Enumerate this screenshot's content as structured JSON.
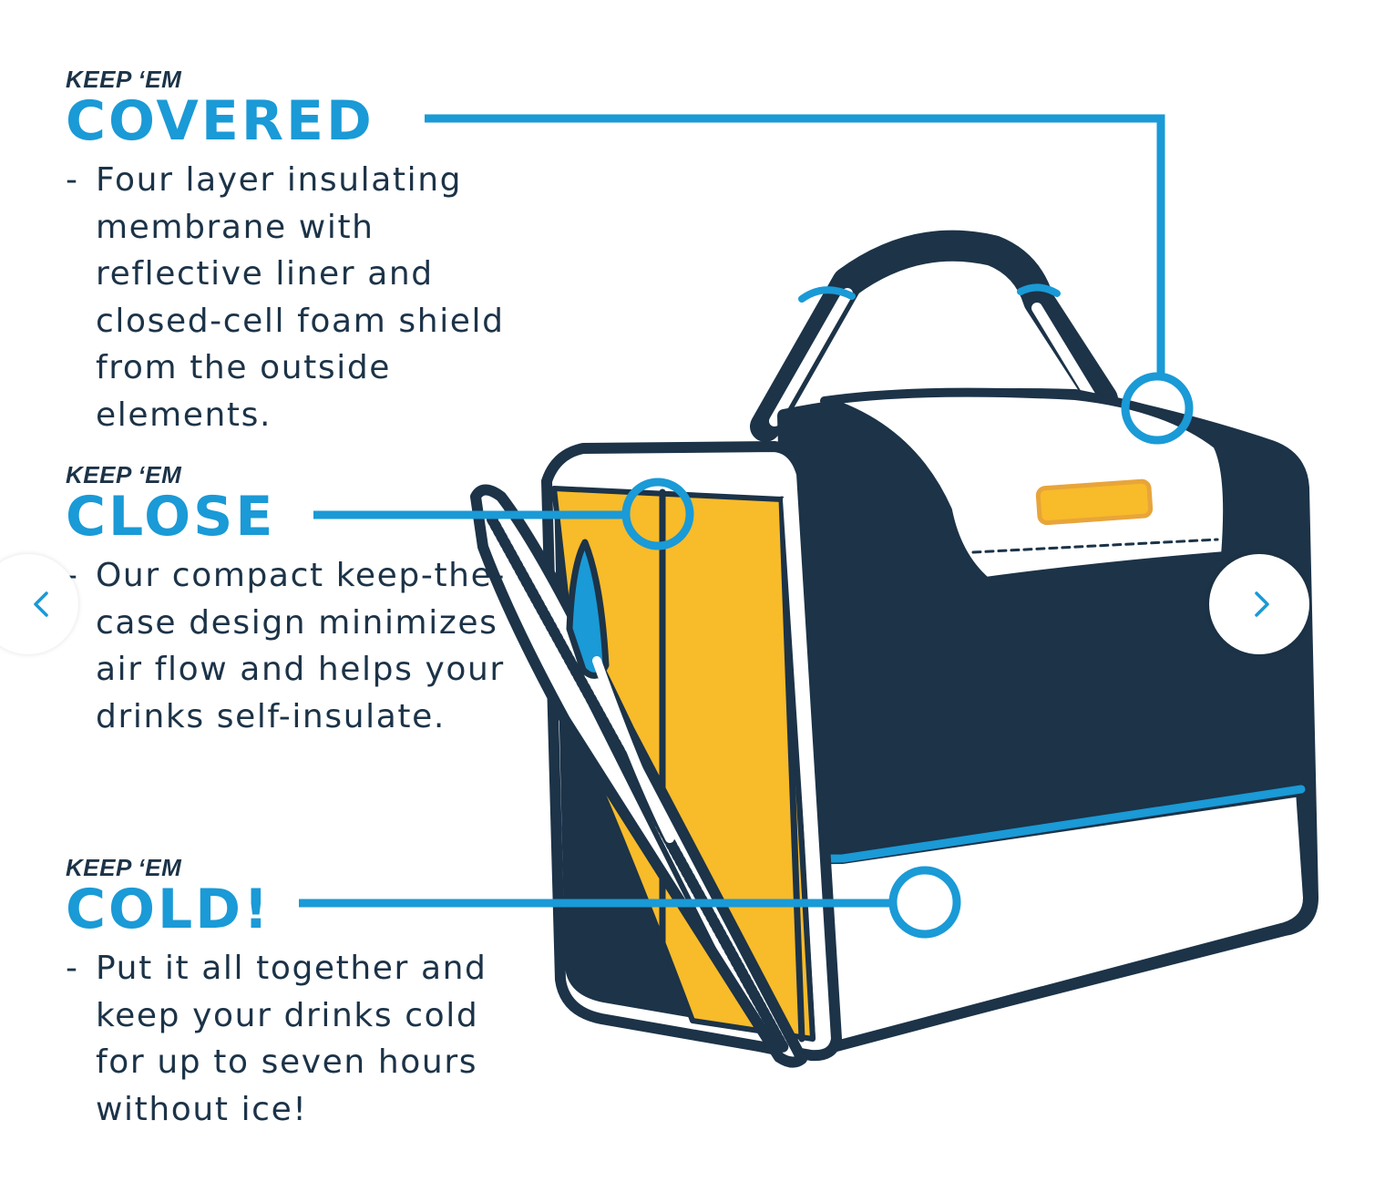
{
  "features": [
    {
      "kicker": "KEEP ‘EM",
      "headline": "COVERED",
      "dash": "-",
      "description": "Four layer insulating membrane with reflective liner and closed-cell foam shield from the outside elements."
    },
    {
      "kicker": "KEEP ‘EM",
      "headline": "CLOSE",
      "dash": "-",
      "description": "Our compact keep-the-case design minimizes air flow and helps your drinks self-insulate."
    },
    {
      "kicker": "KEEP ‘EM",
      "headline": "COLD!",
      "dash": "-",
      "description": "Put it all together and keep your drinks cold for up to seven hours without ice!"
    }
  ],
  "carousel": {
    "prev_icon": "chevron-left-icon",
    "next_icon": "chevron-right-icon"
  },
  "colors": {
    "accent_blue": "#1a9ad6",
    "navy": "#1c3348",
    "yellow": "#f8bb2a",
    "tag_yellow": "#e8a53a",
    "white": "#ffffff"
  }
}
